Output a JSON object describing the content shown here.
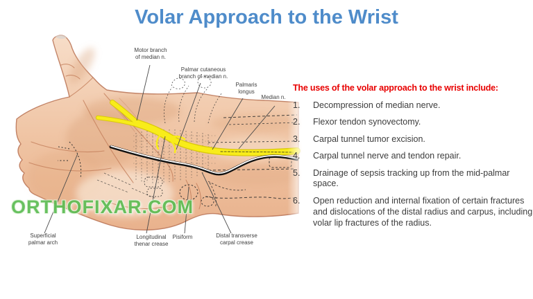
{
  "title": "Volar Approach to the Wrist",
  "watermark": "ORTHOFIXAR.COM",
  "uses": {
    "heading": "The uses of the volar approach to the wrist include:",
    "items": [
      {
        "num": "1.",
        "text": "Decompression of median nerve."
      },
      {
        "num": "2.",
        "text": "Flexor tendon synovectomy."
      },
      {
        "num": "3.",
        "text": "Carpal tunnel tumor excision."
      },
      {
        "num": "4.",
        "text": "Carpal tunnel nerve and tendon repair."
      },
      {
        "num": "5.",
        "text": "Drainage of sepsis tracking up from the mid-palmar space."
      },
      {
        "num": "6.",
        "text": "Open reduction and internal fixation of certain fractures and dislocations of the distal radius and carpus, including volar lip fractures of the radius."
      }
    ]
  },
  "diagram": {
    "labels": {
      "motor_branch": "Motor branch\nof median n.",
      "palmar_cutaneous": "Palmar cutaneous\nbranch of median n.",
      "palmaris_longus": "Palmaris\nlongus",
      "median_n": "Median n.",
      "superficial_palmar_arch": "Superficial\npalmar arch",
      "longitudinal_thenar_crease": "Longitudinal\nthenar crease",
      "pisiform": "Pisiform",
      "distal_transverse_carpal_crease": "Distal transverse\ncarpal crease"
    }
  },
  "colors": {
    "title_blue": "#4f8cca",
    "heading_red": "#e80000",
    "body_text": "#3c3c3c",
    "nerve_yellow": "#f8ec1a",
    "incision_black": "#101010",
    "incision_white": "#ffffff",
    "watermark_green": "#5cbc53",
    "skin_light": "#f7ddc8",
    "skin_dark": "#e8b18c",
    "label_text": "#3f3f3f"
  }
}
